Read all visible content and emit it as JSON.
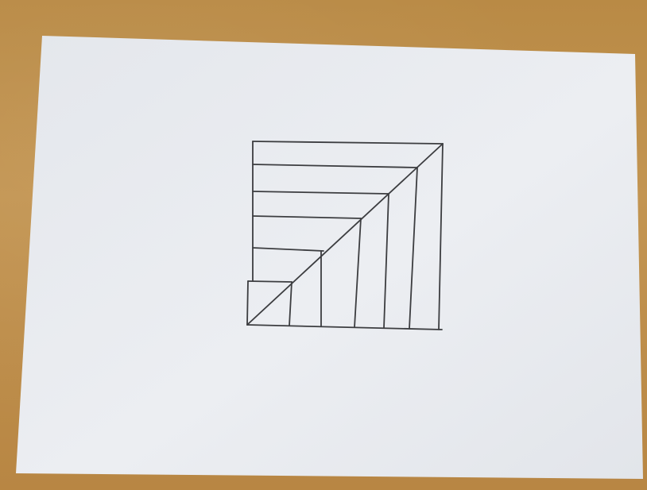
{
  "scene": {
    "description_tag": "photo",
    "colors": {
      "table": "#c29250",
      "paper": "#e8ebef",
      "ink": "#3c3d40"
    }
  },
  "drawing": {
    "shape": "square-with-diagonal",
    "horizontal_lines_count": 6,
    "vertical_lines_count": 6,
    "diagonal_lines_count": 1
  }
}
